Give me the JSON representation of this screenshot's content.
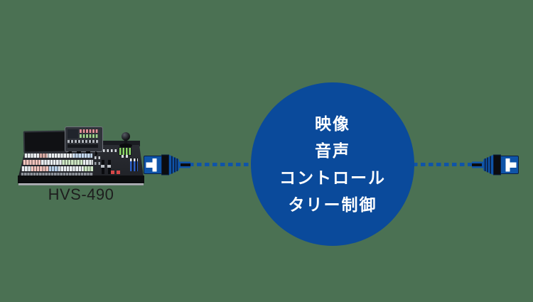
{
  "colors": {
    "background": "#4b7153",
    "circle_blue": "#0a4a9b",
    "cable_blue": "#0f54a8",
    "circle_text": "#ffffff",
    "label_text": "#1e1e1e"
  },
  "device": {
    "label": "HVS-490",
    "icon": "video-switcher-icon"
  },
  "hub": {
    "lines": [
      "映像",
      "音声",
      "コントロール",
      "タリー制御"
    ]
  },
  "cables": {
    "left_icon": "rj45-plug-icon",
    "right_icon": "rj45-plug-icon",
    "line_style": "dashed"
  }
}
